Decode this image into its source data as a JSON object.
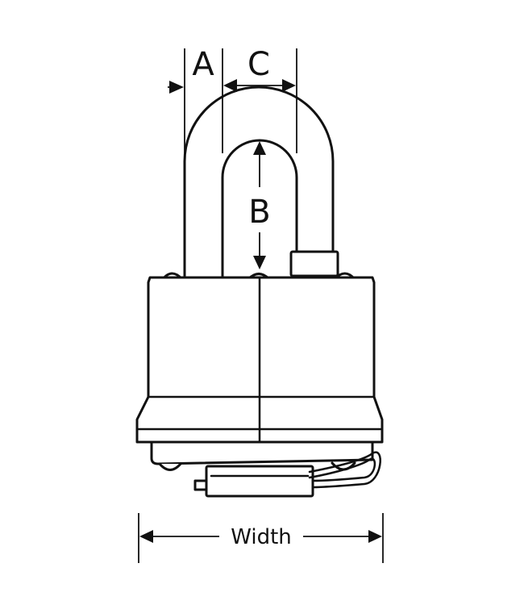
{
  "diagram": {
    "labels": {
      "a": "A",
      "b": "B",
      "c": "C",
      "width": "Width"
    },
    "colors": {
      "stroke": "#111111",
      "background": "#ffffff"
    }
  }
}
